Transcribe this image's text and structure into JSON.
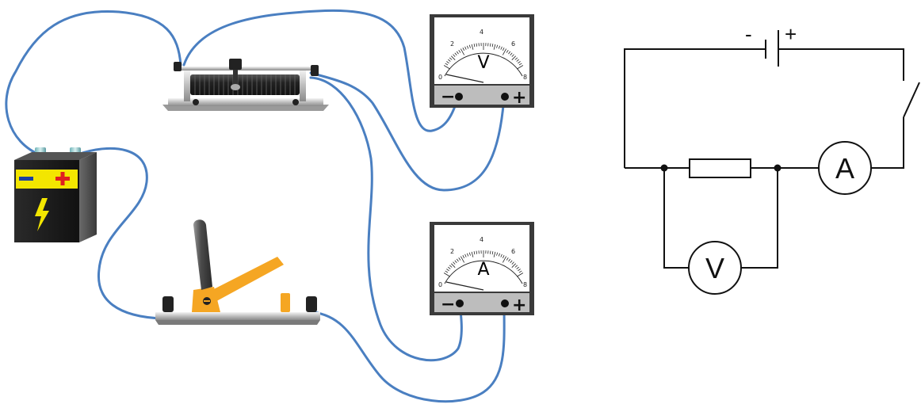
{
  "voltmeter": {
    "symbol": "V",
    "ticks": [
      "0",
      "2",
      "4",
      "6",
      "8"
    ],
    "minus": "−",
    "plus": "+"
  },
  "ammeter": {
    "symbol": "A",
    "ticks": [
      "0",
      "2",
      "4",
      "6",
      "8"
    ],
    "minus": "−",
    "plus": "+"
  },
  "battery": {
    "minus": "−",
    "plus": "+"
  },
  "schematic": {
    "battery_minus": "-",
    "battery_plus": "+",
    "ammeter_symbol": "A",
    "voltmeter_symbol": "V"
  },
  "colors": {
    "wire": "#4a7fc1",
    "switch_orange": "#f5a623",
    "battery_yellow": "#f3e600",
    "battery_red": "#e02020",
    "battery_blue": "#1a3fa0",
    "meter_panel": "#4a4a4a",
    "meter_base": "#bdbdbd"
  }
}
